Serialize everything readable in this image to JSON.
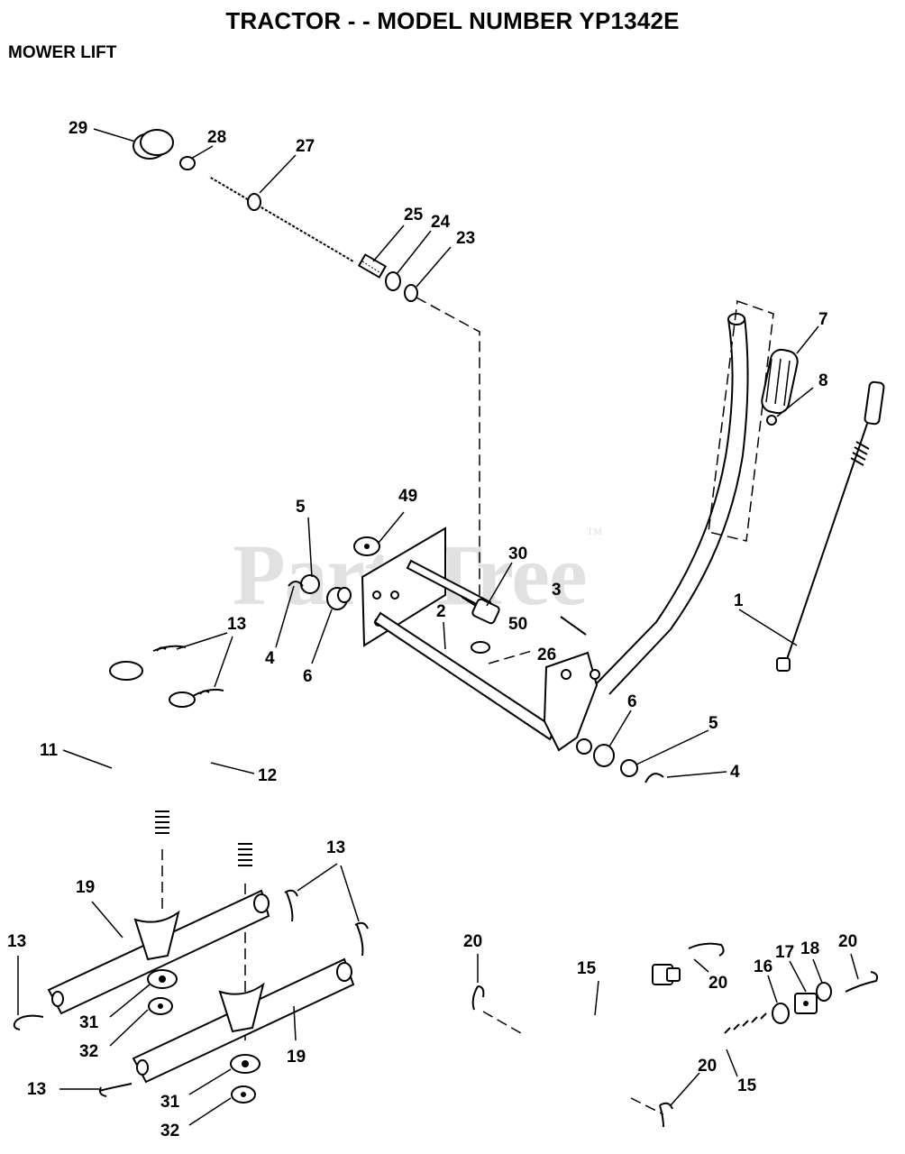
{
  "header": {
    "title": "TRACTOR - - MODEL NUMBER YP1342E",
    "section": "MOWER LIFT"
  },
  "watermark": "PartsTree",
  "callouts": [
    "29",
    "28",
    "27",
    "25",
    "24",
    "23",
    "7",
    "8",
    "49",
    "5",
    "30",
    "3",
    "1",
    "13",
    "2",
    "50",
    "4",
    "6",
    "26",
    "11",
    "12",
    "6",
    "5",
    "4",
    "13",
    "19",
    "13",
    "31",
    "32",
    "19",
    "13",
    "31",
    "32",
    "20",
    "15",
    "20",
    "16",
    "17",
    "18",
    "20",
    "20",
    "15"
  ]
}
